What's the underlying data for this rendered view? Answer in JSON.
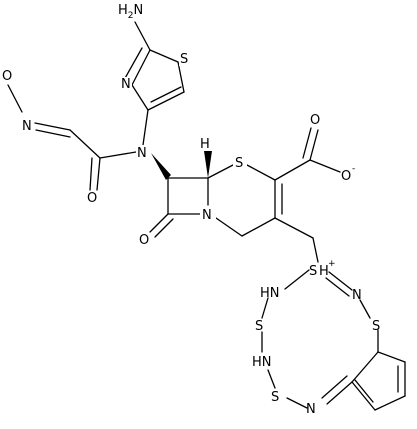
{
  "structure": {
    "type": "skeletal-formula",
    "atom_labels": {
      "h2n": "H",
      "h2n_sub": "2",
      "h2n_n": "N",
      "thiazole_s": "S",
      "thiazole_n": "N",
      "amide_n": "N",
      "oxime_n": "N",
      "oxime_o": "O",
      "amide_o": "O",
      "ring_h": "H",
      "ring_s": "S",
      "lactam_n": "N",
      "lactam_o": "O",
      "carboxyl_o_top": "O",
      "carboxyl_o_minus": "O",
      "carboxyl_charge": "-",
      "sulfonium_s": "S",
      "sulfonium_h": "H",
      "sulfonium_charge": "+",
      "macro_nh1": "HN",
      "macro_s1": "S",
      "macro_nh2": "HN",
      "macro_s2": "S",
      "macro_n_bottom": "N",
      "macro_n_right": "N",
      "macro_s_right": "S"
    }
  }
}
